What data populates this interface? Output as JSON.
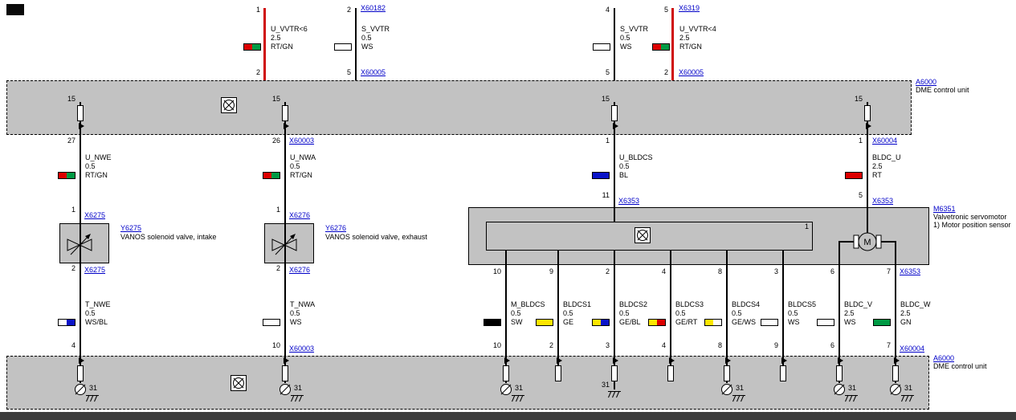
{
  "palette": {
    "link_blue": "#0000c8",
    "wire_red": "#cf0a0a",
    "unit_gray": "#c2c2c2",
    "rt_red": "#dd0000",
    "gn_green": "#009a44",
    "ge_yellow": "#ffe600",
    "bl_blue": "#0a14c8",
    "ws_white": "#ffffff",
    "sw_black": "#000000"
  },
  "dme_top": {
    "ref": "A6000",
    "name": "DME control unit",
    "pin": "15"
  },
  "dme_bottom": {
    "ref": "A6000",
    "name": "DME control unit"
  },
  "ground_terminal": "31",
  "servo": {
    "ref": "M6351",
    "name": "Valvetronic servomotor",
    "footnote": "1)  Motor position sensor",
    "sensor_tag": "1",
    "motor": "M"
  },
  "top_wires": [
    {
      "pin_top": "1",
      "name": "U_VVTR<6",
      "gauge": "2.5",
      "code": "RT/GN",
      "pin_bottom": "2"
    },
    {
      "pin_top": "2",
      "conn_top": "X60182",
      "name": "S_VVTR",
      "gauge": "0.5",
      "code": "WS",
      "pin_bottom": "5",
      "conn_bottom": "X60005"
    },
    {
      "pin_top": "4",
      "name": "S_VVTR",
      "gauge": "0.5",
      "code": "WS",
      "pin_bottom": "5"
    },
    {
      "pin_top": "5",
      "conn_top": "X6319",
      "name": "U_VVTR<4",
      "gauge": "2.5",
      "code": "RT/GN",
      "pin_bottom": "2",
      "conn_bottom": "X60005"
    }
  ],
  "branches": {
    "intake": {
      "pin_exit": "27",
      "name": "U_NWE",
      "gauge": "0.5",
      "code": "RT/GN",
      "pin_in": "1",
      "conn_in": "X6275",
      "valve_ref": "Y6275",
      "valve_name": "VANOS solenoid valve, intake",
      "pin_out": "2",
      "conn_out": "X6275",
      "ret_name": "T_NWE",
      "ret_gauge": "0.5",
      "ret_code": "WS/BL",
      "pin_end": "4"
    },
    "exhaust": {
      "exit_conn": "X60003",
      "pin_exit": "26",
      "name": "U_NWA",
      "gauge": "0.5",
      "code": "RT/GN",
      "pin_in": "1",
      "conn_in": "X6276",
      "valve_ref": "Y6276",
      "valve_name": "VANOS solenoid valve, exhaust",
      "pin_out": "2",
      "conn_out": "X6276",
      "ret_name": "T_NWA",
      "ret_gauge": "0.5",
      "ret_code": "WS",
      "pin_end": "10",
      "end_conn": "X60003"
    },
    "bldcs": {
      "pin_exit": "1",
      "name": "U_BLDCS",
      "gauge": "0.5",
      "code": "BL",
      "pin_in": "11",
      "conn_in": "X6353"
    },
    "bldc_u": {
      "exit_conn": "X60004",
      "pin_exit": "1",
      "name": "BLDC_U",
      "gauge": "2.5",
      "code": "RT",
      "pin_in": "5",
      "conn_in": "X6353"
    }
  },
  "servo_wires": [
    {
      "pin_top": "10",
      "name": "M_BLDCS",
      "gauge": "0.5",
      "code": "SW",
      "pin_bottom": "10"
    },
    {
      "pin_top": "9",
      "name": "BLDCS1",
      "gauge": "0.5",
      "code": "GE",
      "pin_bottom": "2"
    },
    {
      "pin_top": "2",
      "name": "BLDCS2",
      "gauge": "0.5",
      "code": "GE/BL",
      "pin_bottom": "3"
    },
    {
      "pin_top": "4",
      "name": "BLDCS3",
      "gauge": "0.5",
      "code": "GE/RT",
      "pin_bottom": "4"
    },
    {
      "pin_top": "8",
      "name": "BLDCS4",
      "gauge": "0.5",
      "code": "GE/WS",
      "pin_bottom": "8"
    },
    {
      "pin_top": "3",
      "name": "BLDCS5",
      "gauge": "0.5",
      "code": "WS",
      "pin_bottom": "9"
    },
    {
      "pin_top": "6",
      "name": "BLDC_V",
      "gauge": "2.5",
      "code": "WS",
      "pin_bottom": "6"
    },
    {
      "pin_top": "7",
      "conn_top": "X6353",
      "name": "BLDC_W",
      "gauge": "2.5",
      "code": "GN",
      "pin_bottom": "7",
      "conn_bottom": "X60004"
    }
  ]
}
